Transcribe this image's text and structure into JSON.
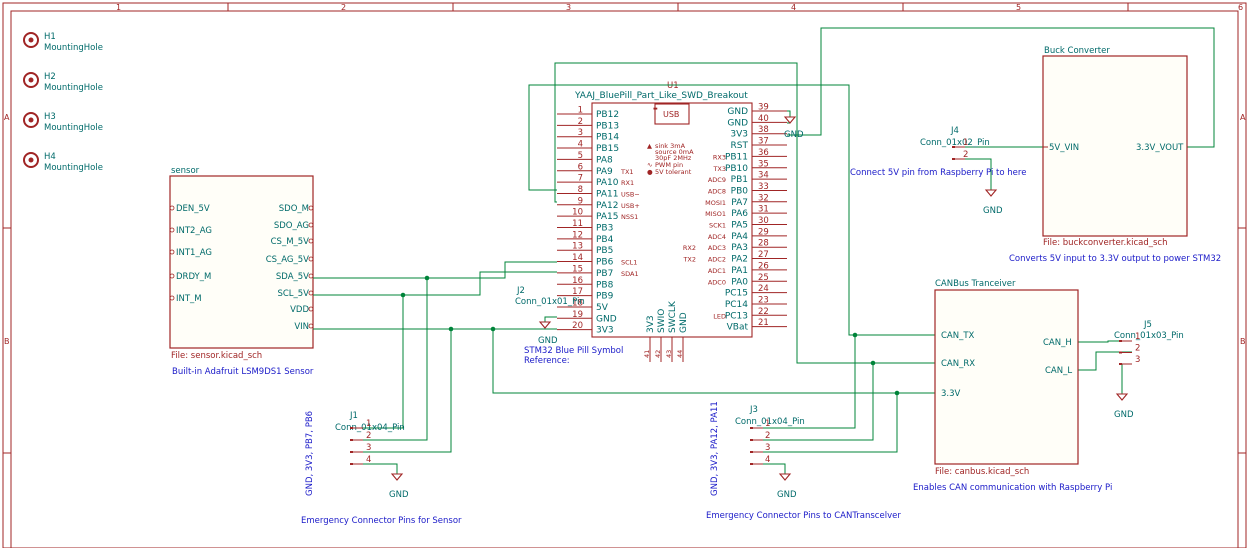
{
  "frame": {
    "columns": [
      "1",
      "2",
      "3",
      "4",
      "5",
      "6"
    ],
    "rows": [
      "A",
      "B"
    ]
  },
  "mounting_holes": [
    {
      "ref": "H1",
      "value": "MountingHole"
    },
    {
      "ref": "H2",
      "value": "MountingHole"
    },
    {
      "ref": "H3",
      "value": "MountingHole"
    },
    {
      "ref": "H4",
      "value": "MountingHole"
    }
  ],
  "sensor_sheet": {
    "name": "sensor",
    "file": "File: sensor.kicad_sch",
    "description": "Built-in Adafruit LSM9DS1 Sensor",
    "left_pins": [
      "DEN_5V",
      "INT2_AG",
      "INT1_AG",
      "DRDY_M",
      "INT_M"
    ],
    "right_pins": [
      "SDO_M",
      "SDO_AG",
      "CS_M_5V",
      "CS_AG_5V",
      "SDA_5V",
      "SCL_5V",
      "VDD",
      "VIN"
    ]
  },
  "u1": {
    "ref": "U1",
    "value": "YAAJ_BluePill_Part_Like_SWD_Breakout",
    "usb_label": "USB",
    "left_pin_numbers": [
      "1",
      "2",
      "3",
      "4",
      "5",
      "6",
      "7",
      "8",
      "9",
      "10",
      "11",
      "12",
      "13",
      "14",
      "15",
      "16",
      "17",
      "18",
      "19",
      "20"
    ],
    "left_pin_names": [
      "PB12",
      "PB13",
      "PB14",
      "PB15",
      "PA8",
      "PA9",
      "PA10",
      "PA11",
      "PA12",
      "PA15",
      "PB3",
      "PB4",
      "PB5",
      "PB6",
      "PB7",
      "PB8",
      "PB9",
      "5V",
      "GND",
      "3V3"
    ],
    "left_alt_names": [
      "",
      "",
      "",
      "",
      "",
      "TX1",
      "RX1",
      "USB−",
      "USB+",
      "NSS1",
      "",
      "",
      "",
      "SCL1",
      "SDA1",
      "",
      "",
      "",
      "",
      ""
    ],
    "right_pin_numbers": [
      "39",
      "40",
      "38",
      "37",
      "36",
      "35",
      "34",
      "33",
      "32",
      "31",
      "30",
      "29",
      "28",
      "27",
      "26",
      "25",
      "24",
      "23",
      "22",
      "21"
    ],
    "right_pin_names": [
      "GND",
      "GND",
      "3V3",
      "RST",
      "PB11",
      "PB10",
      "PB1",
      "PB0",
      "PA7",
      "PA6",
      "PA5",
      "PA4",
      "PA3",
      "PA2",
      "PA1",
      "PA0",
      "PC15",
      "PC14",
      "PC13",
      "VBat"
    ],
    "right_alt_names": [
      "",
      "",
      "",
      "",
      "RX3",
      "TX3",
      "ADC9",
      "ADC8",
      "MOSI1",
      "MISO1",
      "SCK1",
      "ADC4",
      "ADC3",
      "ADC2",
      "ADC1",
      "ADC0",
      "",
      "",
      "LED",
      ""
    ],
    "right_alt2_names": [
      "",
      "",
      "",
      "",
      "",
      "",
      "",
      "",
      "",
      "",
      "",
      "",
      "RX2",
      "TX2",
      "",
      "",
      "",
      "",
      "",
      ""
    ],
    "bottom_pin_names": [
      "3V3",
      "SWIO",
      "SWCLK",
      "GND"
    ],
    "bottom_pin_numbers": [
      "41",
      "42",
      "43",
      "44"
    ],
    "legend": [
      "sink 3mA",
      "source 0mA",
      "30pF 2MHz",
      "PWM pin",
      "5V tolerant"
    ]
  },
  "j2": {
    "ref": "J2",
    "value": "Conn_01x01_Pin"
  },
  "u1_note": [
    "STM32 Blue Pill Symbol",
    "Reference:"
  ],
  "gnd_label": "GND",
  "j1": {
    "ref": "J1",
    "value": "Conn_01x04_Pin",
    "pins": [
      "1",
      "2",
      "3",
      "4"
    ],
    "side_label": "GND, 3V3, PB7, PB6",
    "caption": "Emergency Connector Pins for Sensor"
  },
  "j3": {
    "ref": "J3",
    "value": "Conn_01x04_Pin",
    "pins": [
      "1",
      "2",
      "3",
      "4"
    ],
    "side_label": "GND, 3V3, PA12, PA11",
    "caption": "Emergency Connector Pins to CANTranscelver"
  },
  "j4": {
    "ref": "J4",
    "value": "Conn_01x02_Pin",
    "pins": [
      "1",
      "2"
    ],
    "caption": "Connect 5V pin from Raspberry Pi to here"
  },
  "buck_sheet": {
    "name": "Buck Converter",
    "file": "File: buckconverter.kicad_sch",
    "description": "Converts 5V input to 3.3V output to power STM32",
    "left_pins": [
      "5V_VIN"
    ],
    "right_pins": [
      "3.3V_VOUT"
    ]
  },
  "can_sheet": {
    "name": "CANBus Tranceiver",
    "file": "File: canbus.kicad_sch",
    "description": "Enables CAN communication with Raspberry Pi",
    "left_pins": [
      "CAN_TX",
      "CAN_RX",
      "3.3V"
    ],
    "right_pins": [
      "CAN_H",
      "CAN_L"
    ]
  },
  "j5": {
    "ref": "J5",
    "value": "Conn_01x03_Pin",
    "pins": [
      "1",
      "2",
      "3"
    ]
  }
}
